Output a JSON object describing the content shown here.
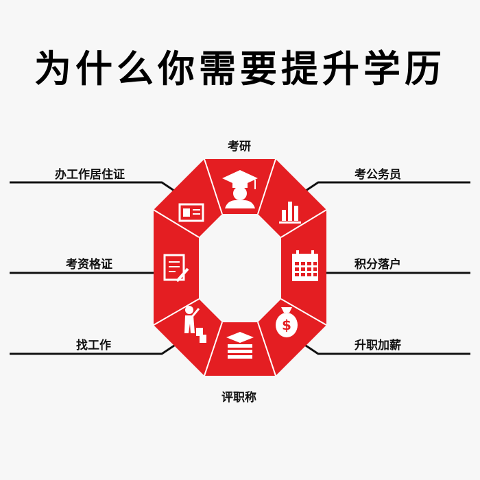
{
  "title": "为什么你需要提升学历",
  "colors": {
    "primary": "#e41e22",
    "inner": "#ffffff",
    "line": "#111111"
  },
  "reasons": {
    "top": "考研",
    "bottom": "评职称",
    "left_top": "办工作居住证",
    "left_mid": "考资格证",
    "left_bottom": "找工作",
    "right_top": "考公务员",
    "right_mid": "积分落户",
    "right_bottom": "升职加薪"
  },
  "icons": [
    "graduate-icon",
    "bar-chart-icon",
    "calendar-icon",
    "money-bag-icon",
    "books-icon",
    "climbing-person-icon",
    "certificate-doc-icon",
    "id-card-icon"
  ]
}
